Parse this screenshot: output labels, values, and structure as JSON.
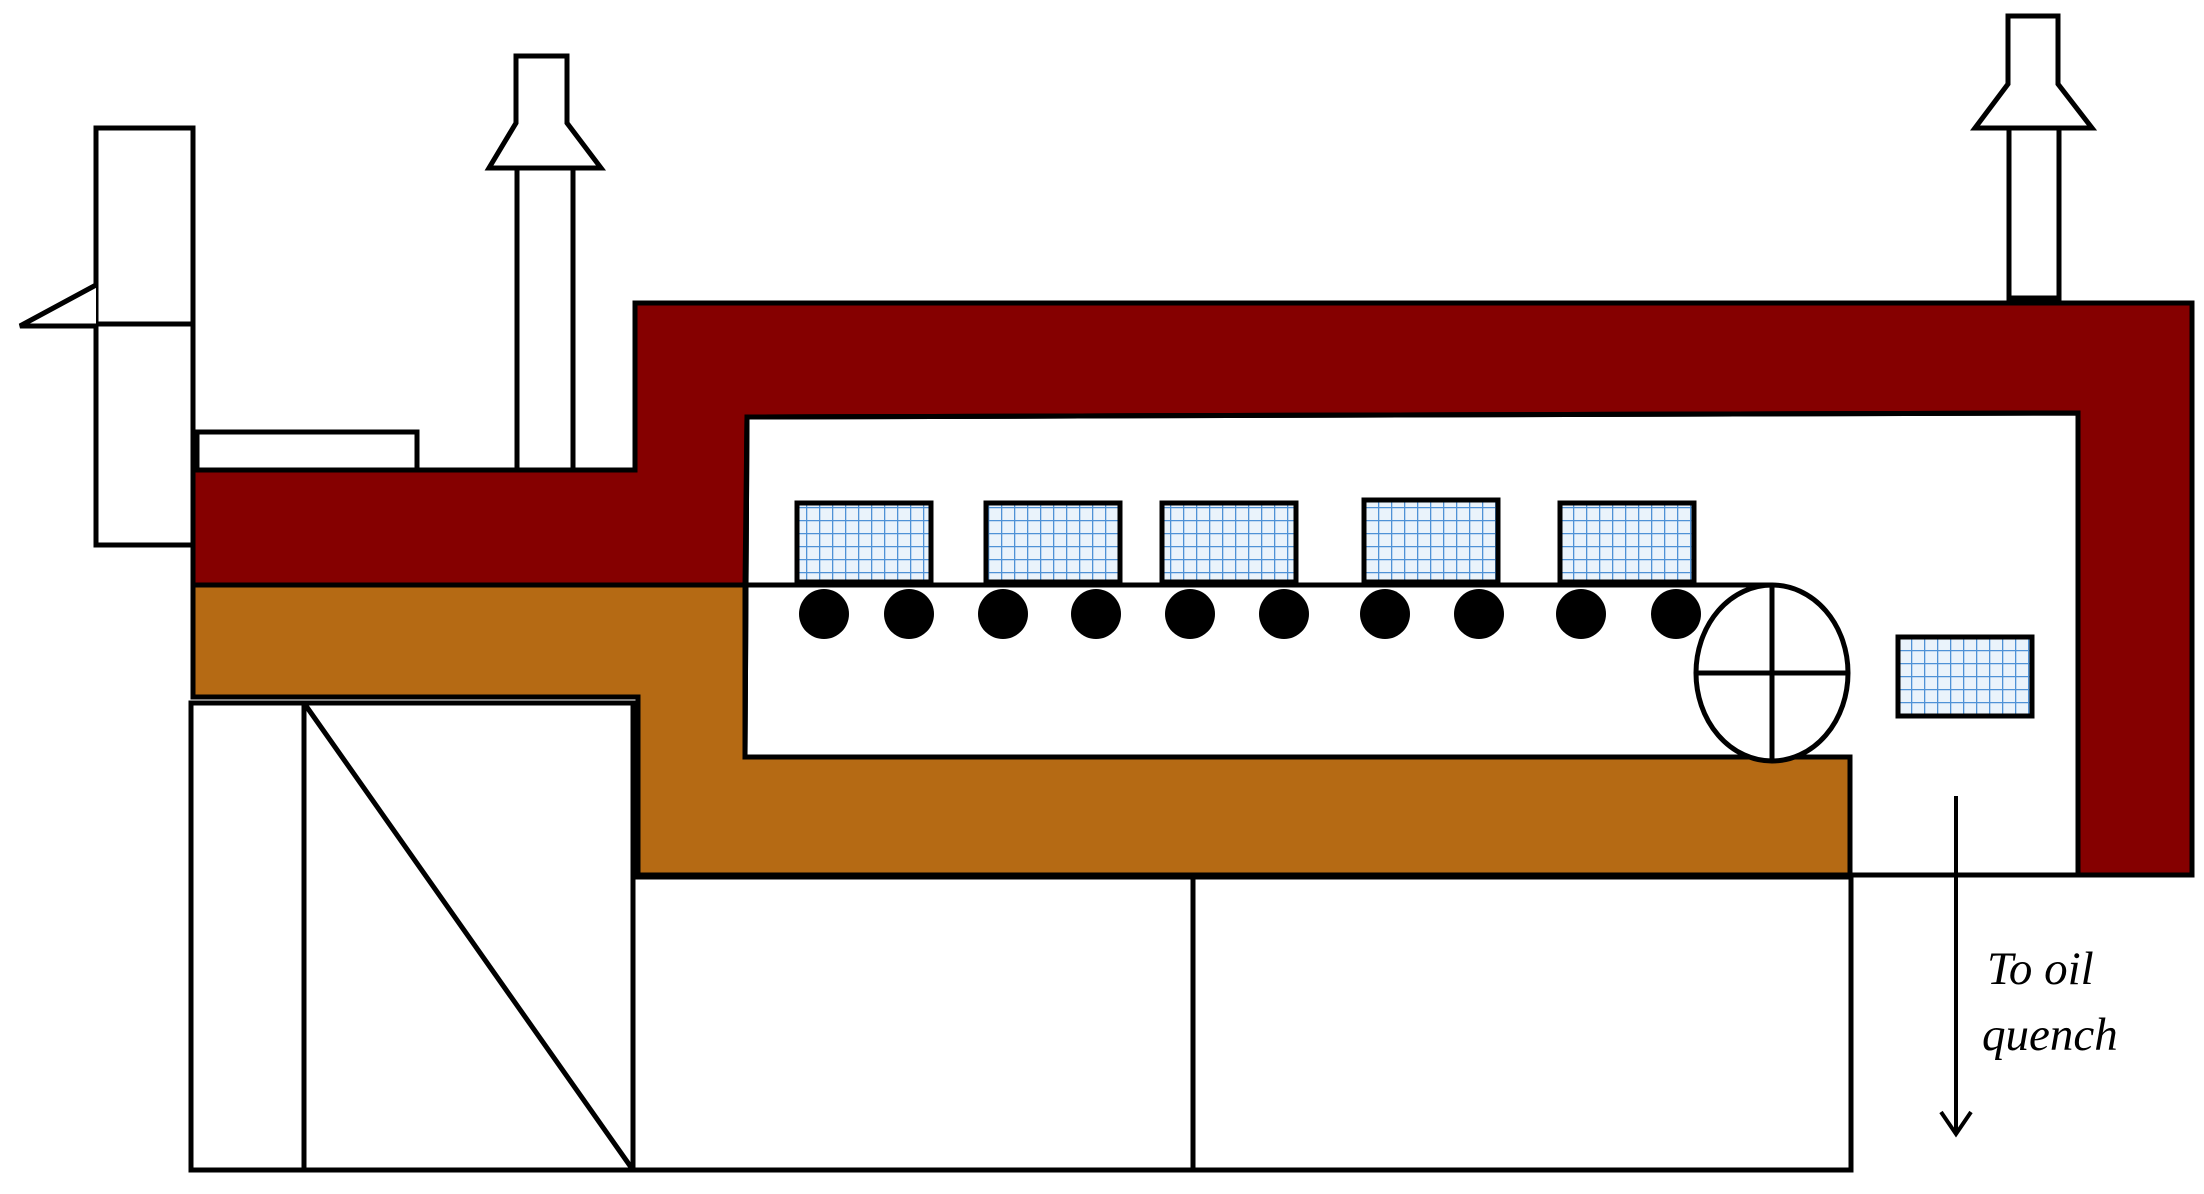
{
  "label": {
    "line1": "To oil",
    "line2": "quench"
  },
  "colors": {
    "refractory": "#850000",
    "insulation": "#b56a14",
    "basket_fill": "#eaf3fb",
    "basket_grid": "#4f92d6",
    "outline": "#000000"
  },
  "counts": {
    "baskets_inside": 5,
    "baskets_outside": 1,
    "rollers": 10
  }
}
